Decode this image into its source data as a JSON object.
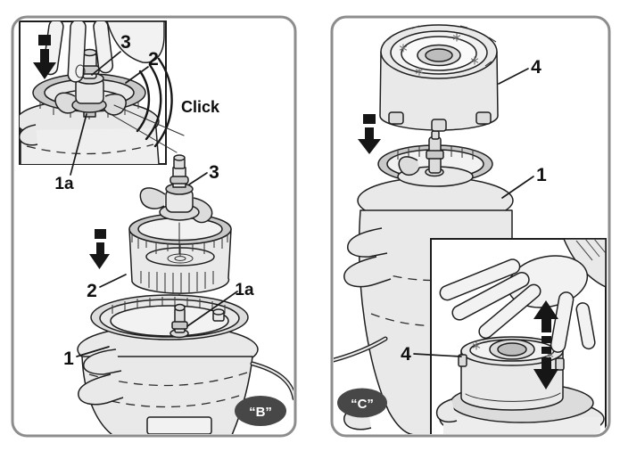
{
  "colors": {
    "badge_fill": "#474747",
    "badge_text": "#ffffff",
    "line": "#1f1f1f",
    "panel_border": "#8d8d8d"
  },
  "panel_b": {
    "badge_label": "“B”",
    "click_label": "Click",
    "callouts": {
      "inset_blade": "3",
      "inset_bowl": "2",
      "inset_coupling": "1a",
      "blade": "3",
      "bowl": "2",
      "coupling": "1a",
      "base": "1"
    }
  },
  "panel_c": {
    "badge_label": "“C”",
    "callouts": {
      "lid": "4",
      "base": "1",
      "inset_lid": "4"
    }
  }
}
